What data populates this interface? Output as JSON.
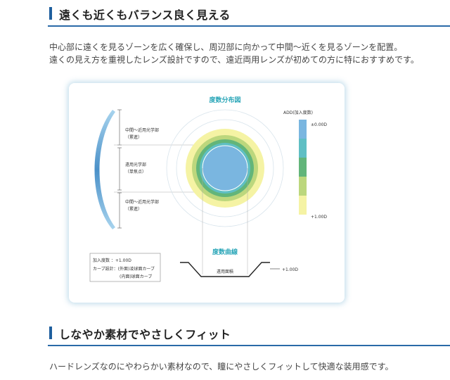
{
  "section1": {
    "heading": "遠くも近くもバランス良く見える",
    "lines": [
      "中心部に遠くを見るゾーンを広く確保し、周辺部に向かって中間〜近くを見るゾーンを配置。",
      "遠くの見え方を重視したレンズ設計ですので、遠近両用レンズが初めての方に特におすすめです。"
    ]
  },
  "diagram": {
    "title": "度数分布図",
    "zones": [
      {
        "label_line1": "中間〜近用光学部",
        "label_line2": "（累進）"
      },
      {
        "label_line1": "遠用光学部",
        "label_line2": "（単焦点）"
      },
      {
        "label_line1": "中間〜近用光学部",
        "label_line2": "（累進）"
      }
    ],
    "legend": {
      "title": "ADD(加入度数)",
      "top_label": "±0.00D",
      "bottom_label": "+1.00D",
      "colors": [
        "#7ab6e0",
        "#5fbfc4",
        "#62b57a",
        "#bcd77d",
        "#f5f3a4"
      ]
    },
    "ring_colors": [
      "#f5f3a4",
      "#bcd77d",
      "#62b57a",
      "#5fbfc4",
      "#7ab6e0"
    ],
    "curve_title": "度数曲線",
    "curve_label": "遠用面積",
    "curve_value": "+1.00D",
    "spec": {
      "line1": "加入度数 ：+1.00D",
      "line2": "カーブ設計：(外面)凌球面カーブ",
      "line3": "(内面)球面カーブ"
    }
  },
  "section2": {
    "heading": "しなやか素材でやさしくフィット",
    "line": "ハードレンズなのにやわらかい素材なので、瞳にやさしくフィットして快適な装用感です。"
  }
}
